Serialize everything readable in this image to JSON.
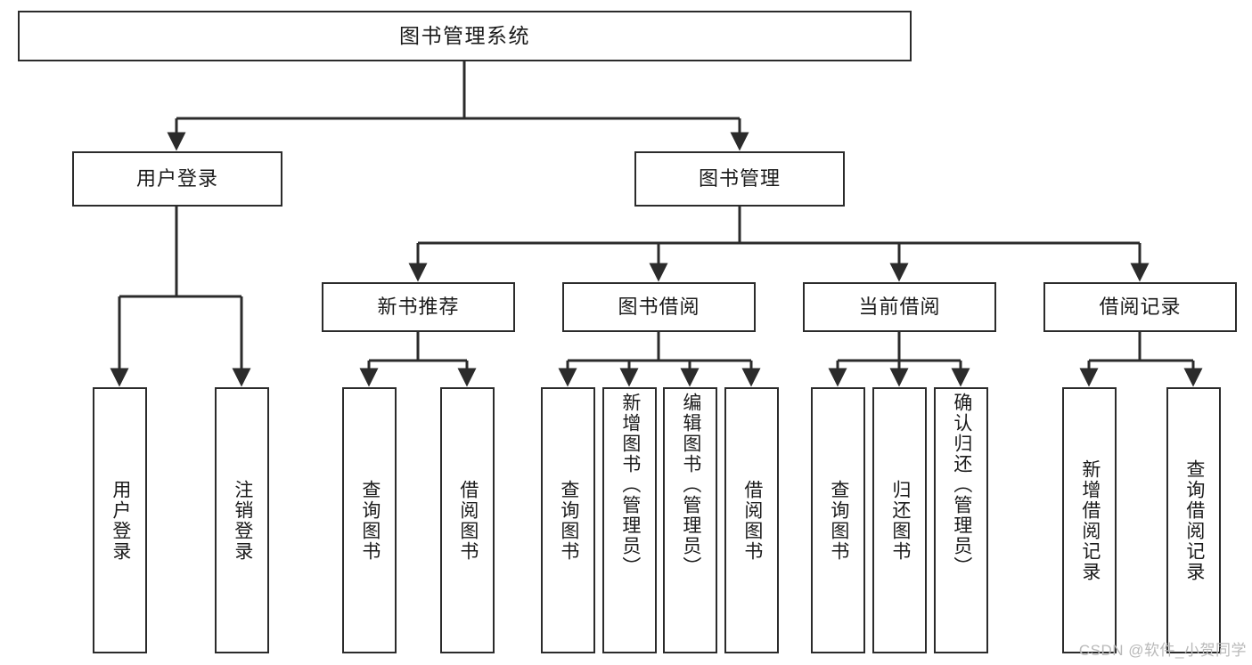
{
  "diagram": {
    "title": "图书管理系统",
    "type": "tree-hierarchy-diagram",
    "root": {
      "id": "root",
      "label": "图书管理系统"
    },
    "level1": [
      {
        "id": "user-login",
        "label": "用户登录"
      },
      {
        "id": "book-management",
        "label": "图书管理"
      }
    ],
    "level2": [
      {
        "id": "new-book-recommend",
        "label": "新书推荐",
        "parent": "book-management"
      },
      {
        "id": "book-borrow",
        "label": "图书借阅",
        "parent": "book-management"
      },
      {
        "id": "current-borrow",
        "label": "当前借阅",
        "parent": "book-management"
      },
      {
        "id": "borrow-record",
        "label": "借阅记录",
        "parent": "book-management"
      }
    ],
    "leaves": {
      "user_login": [
        {
          "id": "leaf-user-login",
          "label": "用户登录"
        },
        {
          "id": "leaf-logout-login",
          "label": "注销登录"
        }
      ],
      "new_book_recommend": [
        {
          "id": "leaf-query-book-1",
          "label": "查询图书"
        },
        {
          "id": "leaf-borrow-book-1",
          "label": "借阅图书"
        }
      ],
      "book_borrow": [
        {
          "id": "leaf-query-book-2",
          "label": "查询图书"
        },
        {
          "id": "leaf-add-book",
          "label": "新增图书（管理员）"
        },
        {
          "id": "leaf-edit-book",
          "label": "编辑图书（管理员）"
        },
        {
          "id": "leaf-borrow-book-2",
          "label": "借阅图书"
        }
      ],
      "current_borrow": [
        {
          "id": "leaf-query-book-3",
          "label": "查询图书"
        },
        {
          "id": "leaf-return-book",
          "label": "归还图书"
        },
        {
          "id": "leaf-confirm-return",
          "label": "确认归还（管理员）"
        }
      ],
      "borrow_record": [
        {
          "id": "leaf-add-record",
          "label": "新增借阅记录"
        },
        {
          "id": "leaf-query-record",
          "label": "查询借阅记录"
        }
      ]
    }
  },
  "watermark": {
    "text": "CSDN @软件_小贺同学"
  },
  "colors": {
    "stroke": "#2b2b2b",
    "fill": "#ffffff",
    "text": "#1b1b1b",
    "watermark": "#b9b9b9"
  }
}
